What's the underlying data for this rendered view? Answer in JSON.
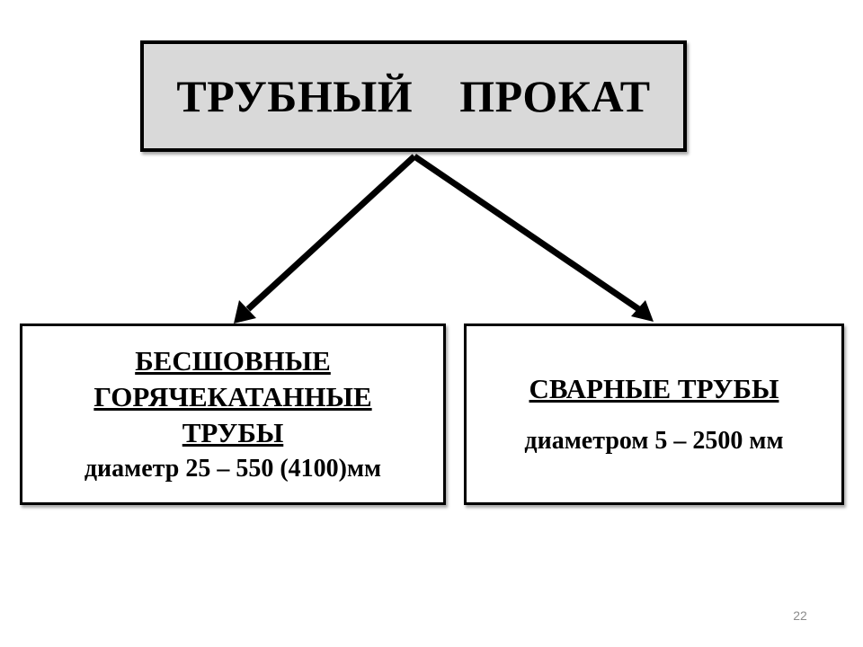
{
  "root": {
    "title": "ТРУБНЫЙ    ПРОКАТ"
  },
  "left_box": {
    "title_lines": [
      "БЕСШОВНЫЕ",
      "ГОРЯЧЕКАТАННЫЕ",
      "ТРУБЫ"
    ],
    "detail": "диаметр 25 – 550 (4100)мм"
  },
  "right_box": {
    "title": "СВАРНЫЕ ТРУБЫ",
    "detail": "диаметром 5 – 2500 мм"
  },
  "page_number": "22",
  "colors": {
    "root_fill": "#d9d9d9",
    "border": "#000000",
    "page_number": "#8c8c8c"
  }
}
